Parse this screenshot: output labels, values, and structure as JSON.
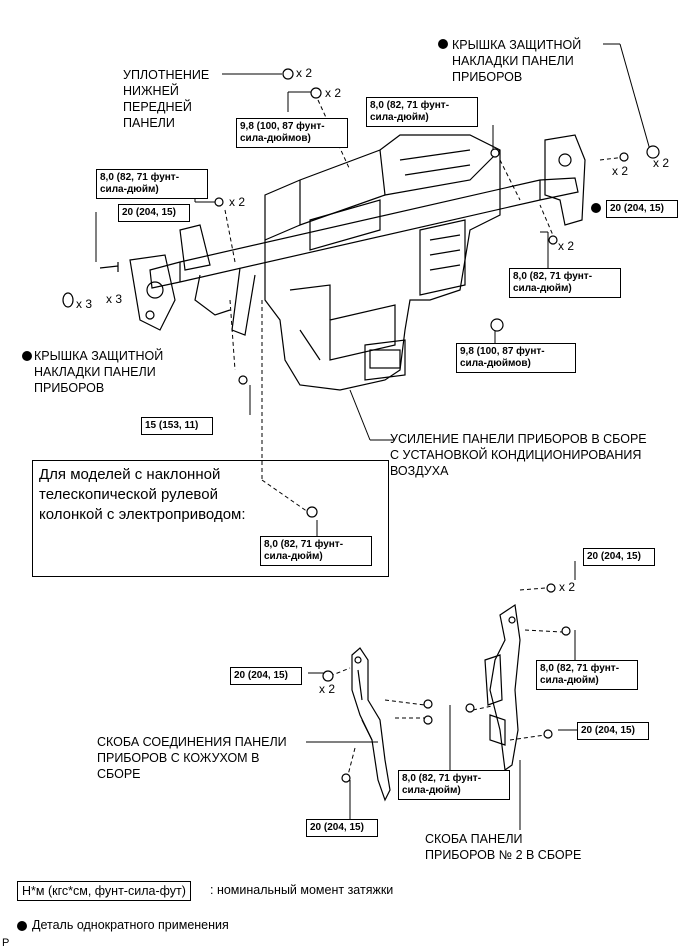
{
  "labels": {
    "seal": "УПЛОТНЕНИЕ\nНИЖНЕЙ\nПЕРЕДНЕЙ\nПАНЕЛИ",
    "cover_right": "КРЫШКА ЗАЩИТНОЙ\nНАКЛАДКИ ПАНЕЛИ\nПРИБОРОВ",
    "cover_left": "КРЫШКА ЗАЩИТНОЙ\nНАКЛАДКИ ПАНЕЛИ\nПРИБОРОВ",
    "reinforcement": "УСИЛЕНИЕ ПАНЕЛИ ПРИБОРОВ В СБОРЕ\nС УСТАНОВКОЙ КОНДИЦИОНИРОВАНИЯ\nВОЗДУХА",
    "bracket_1": "СКОБА СОЕДИНЕНИЯ ПАНЕЛИ\nПРИБОРОВ С КОЖУХОМ В\nСБОРЕ",
    "bracket_2": "СКОБА ПАНЕЛИ\nПРИБОРОВ № 2 В СБОРЕ",
    "note": "Для моделей с наклонной\nтелескопической рулевой\nколонкой с электроприводом:"
  },
  "torques": {
    "t98_a": "9,8 (100, 87 фунт-\nсила-дюймов)",
    "t80_a": "8,0 (82, 71 фунт-\nсила-дюйм)",
    "t80_b": "8,0 (82, 71 фунт-\nсила-дюйм)",
    "t20_a": "20 (204, 15)",
    "t20_b": "20 (204, 15)",
    "t80_c": "8,0 (82, 71 фунт-\nсила-дюйм)",
    "t98_b": "9,8 (100, 87 фунт-\nсила-дюймов)",
    "t15": "15 (153, 11)",
    "t80_d": "8,0 (82, 71 фунт-\nсила-дюйм)",
    "t20_c": "20 (204, 15)",
    "t80_e": "8,0 (82, 71 фунт-\nсила-дюйм)",
    "t20_d": "20 (204, 15)",
    "t20_e": "20 (204, 15)",
    "t80_f": "8,0 (82, 71 фунт-\nсила-дюйм)",
    "t20_f": "20 (204, 15)"
  },
  "multipliers": {
    "m_seal": "x 2",
    "m_98": "x 2",
    "m_cover_r": "x 2",
    "m_bolt_r": "x 2",
    "m_80_left": "x 2",
    "m_80_mid": "x 2",
    "m_cover_l": "x 3",
    "m_bolt_l": "x 3",
    "m_br2_top": "x 2",
    "m_br1": "x 2"
  },
  "legend": {
    "unit_box": "Н*м (кгс*см, фунт-сила-фут)",
    "unit_desc": ": номинальный момент затяжки",
    "single_use": "Деталь однократного применения"
  },
  "corner": "P"
}
